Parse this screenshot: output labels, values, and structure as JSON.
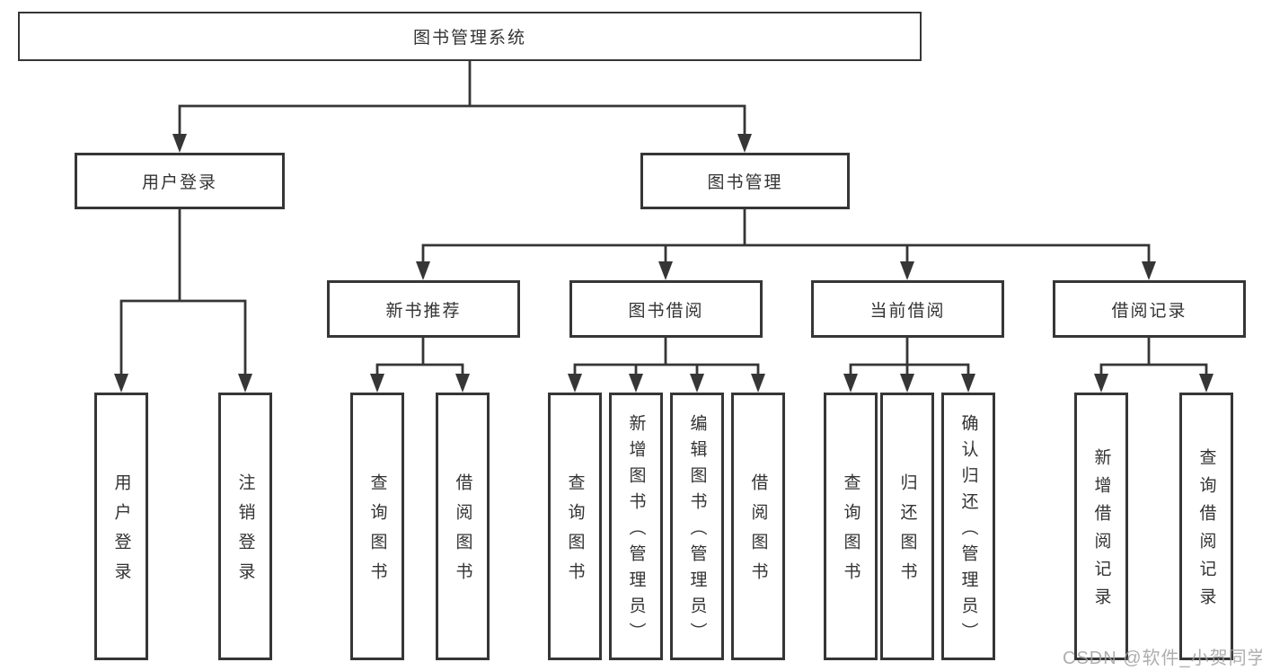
{
  "diagram": {
    "nodes": {
      "root": {
        "label": "图书管理系统"
      },
      "user_login": {
        "label": "用户登录"
      },
      "book_mgmt": {
        "label": "图书管理"
      },
      "new_book_rec": {
        "label": "新书推荐"
      },
      "book_borrow": {
        "label": "图书借阅"
      },
      "current_borrow": {
        "label": "当前借阅"
      },
      "borrow_records": {
        "label": "借阅记录"
      },
      "leaf_user_login": {
        "label": "用户登录"
      },
      "leaf_logout": {
        "label": "注销登录"
      },
      "leaf_query_books_1": {
        "label": "查询图书"
      },
      "leaf_borrow_books_1": {
        "label": "借阅图书"
      },
      "leaf_query_books_2": {
        "label": "查询图书"
      },
      "leaf_add_books_admin": {
        "label": "新增图书（管理员）"
      },
      "leaf_edit_books_admin": {
        "label": "编辑图书（管理员）"
      },
      "leaf_borrow_books_2": {
        "label": "借阅图书"
      },
      "leaf_query_books_3": {
        "label": "查询图书"
      },
      "leaf_return_books": {
        "label": "归还图书"
      },
      "leaf_confirm_return_admin": {
        "label": "确认归还（管理员）"
      },
      "leaf_add_borrow_record": {
        "label": "新增借阅记录"
      },
      "leaf_query_borrow_record": {
        "label": "查询借阅记录"
      }
    },
    "colors": {
      "line": "#363636",
      "text": "#333333",
      "background": "#ffffff",
      "watermark": "#a0a0a0"
    }
  },
  "watermark": {
    "text": "CSDN @软件_小贺同学"
  }
}
